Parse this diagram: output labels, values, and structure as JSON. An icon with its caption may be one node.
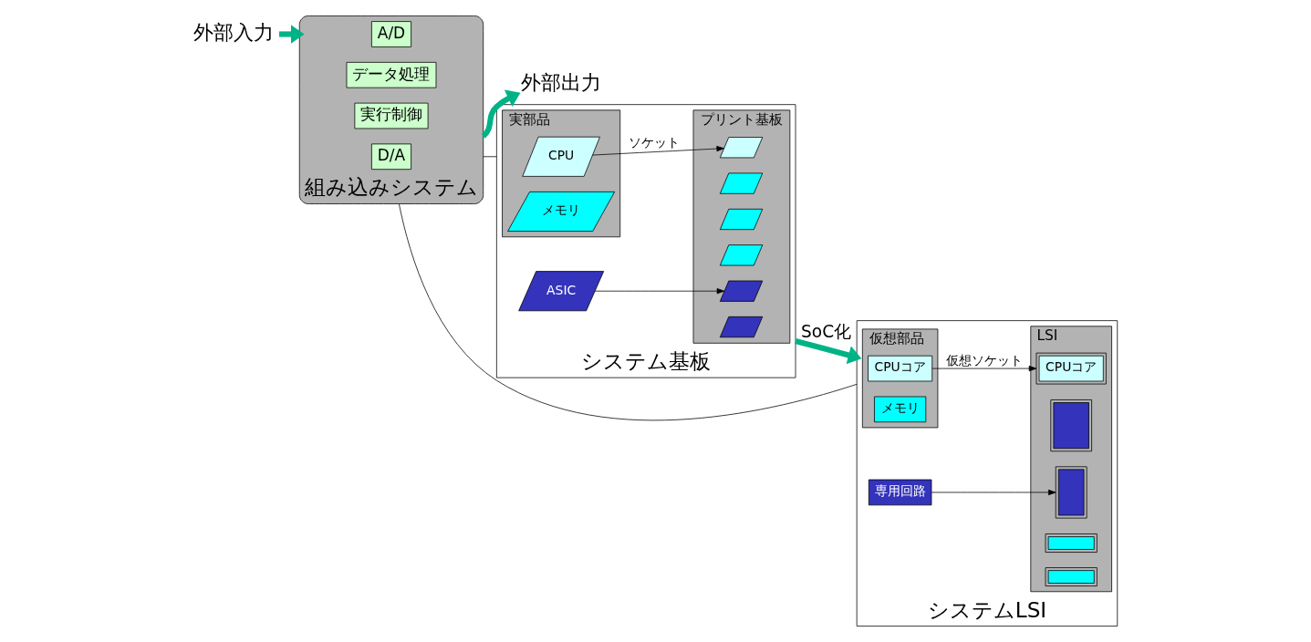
{
  "diagram": {
    "nodes": [
      {
        "text": [
          "外部入力"
        ]
      },
      {
        "text": [
          "組み込みシステム"
        ]
      },
      {
        "text": [
          "A/D"
        ],
        "in": 1
      },
      {
        "text": [
          "データ処理"
        ],
        "in": 1
      },
      {
        "text": [
          "実行制御"
        ],
        "in": 1
      },
      {
        "text": [
          "D/A"
        ],
        "in": 1
      },
      {
        "text": [
          "外部出力"
        ]
      },
      {
        "text": [
          "システム基板"
        ]
      },
      {
        "text": [
          "実部品"
        ],
        "in": 7
      },
      {
        "text": [
          "CPU"
        ],
        "in": 8
      },
      {
        "text": [
          "メモリ"
        ],
        "in": 8
      },
      {
        "text": [
          "ASIC"
        ],
        "in": 7
      },
      {
        "text": [
          "プリント基板"
        ],
        "in": 7
      },
      {
        "text": [],
        "shape": "parallelogram",
        "in": 12
      },
      {
        "text": [],
        "shape": "parallelogram",
        "in": 12
      },
      {
        "text": [],
        "shape": "parallelogram",
        "in": 12
      },
      {
        "text": [],
        "shape": "parallelogram",
        "in": 12
      },
      {
        "text": [],
        "shape": "parallelogram",
        "in": 12
      },
      {
        "text": [],
        "shape": "parallelogram",
        "in": 12
      },
      {
        "text": [
          "システムLSI"
        ]
      },
      {
        "text": [
          "仮想部品"
        ],
        "in": 19
      },
      {
        "text": [
          "CPUコア"
        ],
        "in": 20
      },
      {
        "text": [
          "メモリ"
        ],
        "in": 20
      },
      {
        "text": [
          "専用回路"
        ],
        "in": 19
      },
      {
        "text": [
          "LSI"
        ],
        "in": 19
      },
      {
        "text": [
          "CPUコア"
        ],
        "in": 24
      },
      {
        "text": [],
        "shape": "box",
        "in": 24
      },
      {
        "text": [],
        "shape": "box",
        "in": 24
      },
      {
        "text": [],
        "shape": "box",
        "in": 24
      },
      {
        "text": [],
        "shape": "box",
        "in": 24
      }
    ],
    "edges": [
      {
        "from": 0,
        "to": 1,
        "arrow": "to",
        "style": "thick",
        "color": "#00b386"
      },
      {
        "from": 1,
        "to": 6,
        "arrow": "to",
        "style": "thick",
        "color": "#00b386"
      },
      {
        "from": 1,
        "to": 7,
        "arrow": "none"
      },
      {
        "from": 1,
        "to": 19,
        "arrow": "none"
      },
      {
        "from": 9,
        "to": 13,
        "arrow": "to",
        "label": "ソケット"
      },
      {
        "from": 11,
        "to": 17,
        "arrow": "to"
      },
      {
        "from": 7,
        "to": 19,
        "arrow": "to",
        "label": "SoC化",
        "style": "thick",
        "color": "#00b386"
      },
      {
        "from": 21,
        "to": 25,
        "arrow": "to",
        "label": "仮想ソケット"
      },
      {
        "from": 23,
        "to": 27,
        "arrow": "to"
      }
    ]
  }
}
